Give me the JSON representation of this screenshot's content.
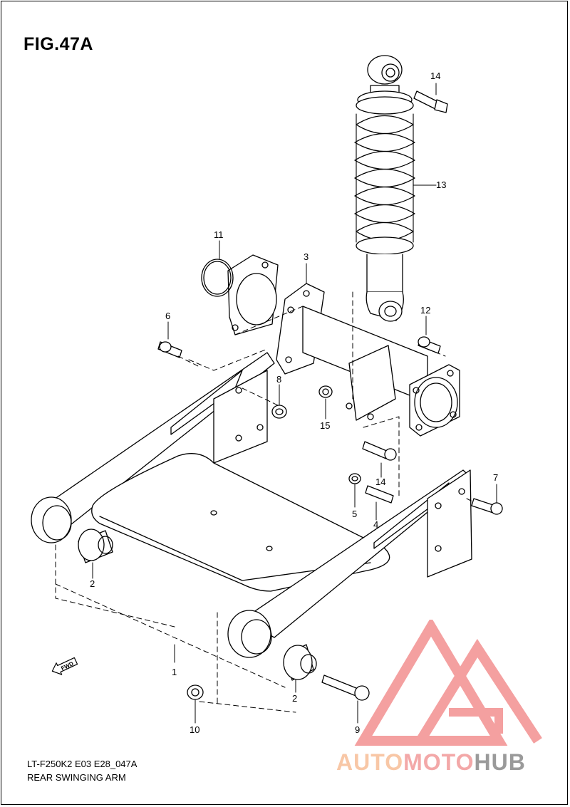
{
  "figure": {
    "title": "FIG.47A",
    "code": "LT-F250K2 E03 E28_047A",
    "caption": "REAR SWINGING ARM"
  },
  "callouts": [
    "14",
    "13",
    "11",
    "3",
    "6",
    "12",
    "8",
    "15",
    "14",
    "5",
    "4",
    "7",
    "2",
    "1",
    "2",
    "10",
    "9"
  ],
  "badge": {
    "fwd_label": "FWD"
  },
  "watermark": {
    "brand_part1": "AUTO",
    "brand_part2": "MOTO",
    "brand_part3": "HUB",
    "colors": {
      "auto": "#f8c7a6",
      "moto": "#f3a8a8",
      "hub": "#9a9a9a",
      "logo": "#f4a0a0"
    }
  }
}
